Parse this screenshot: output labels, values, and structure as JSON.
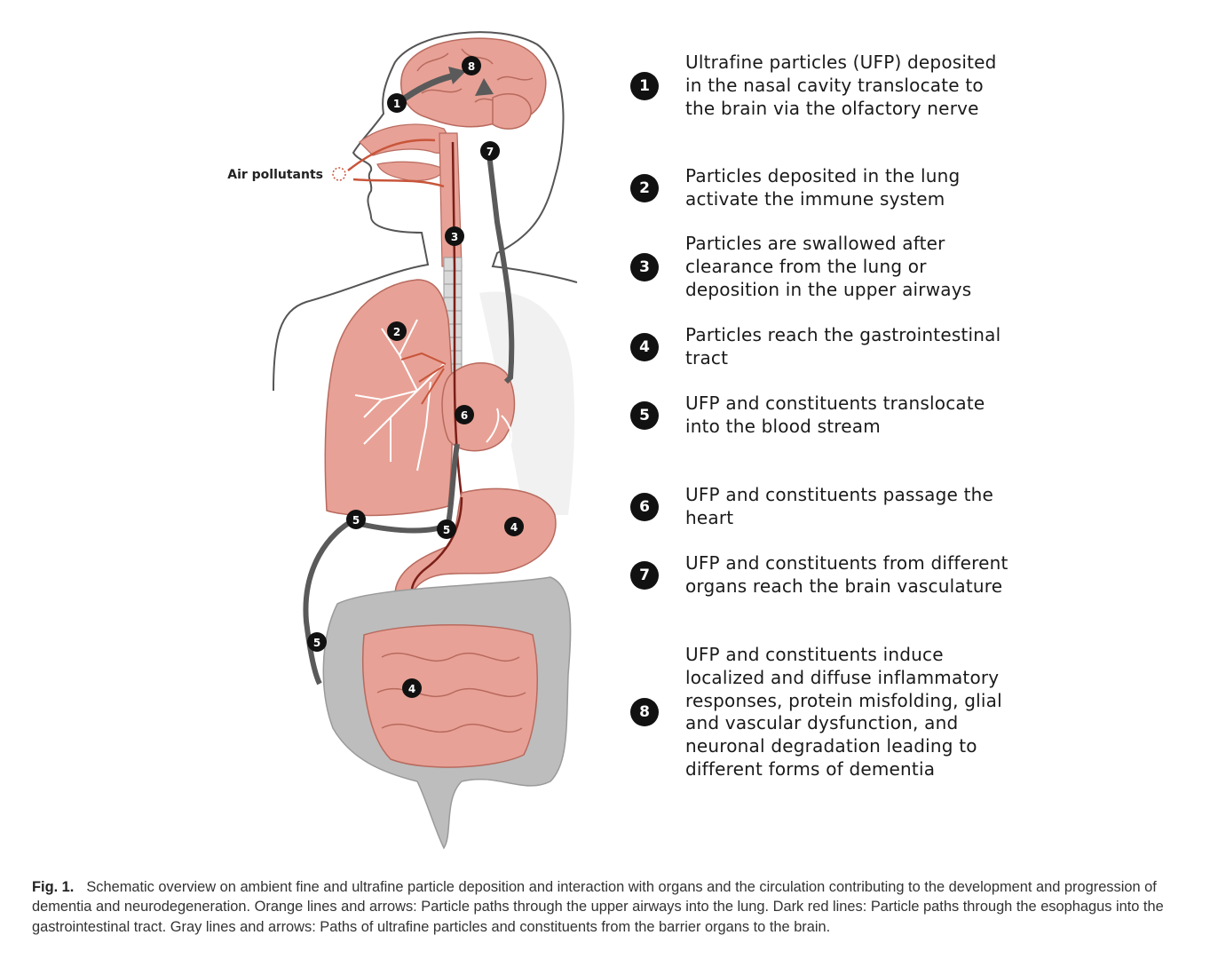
{
  "diagram": {
    "pollutant_label": "Air pollutants",
    "markers": [
      "1",
      "2",
      "3",
      "4",
      "4",
      "5",
      "5",
      "5",
      "6",
      "7",
      "8"
    ]
  },
  "legend": [
    {
      "number": "1",
      "text": "Ultrafine particles (UFP) deposited in the nasal cavity translocate to the brain via the olfactory nerve"
    },
    {
      "number": "2",
      "text": "Particles deposited in the lung activate the immune system"
    },
    {
      "number": "3",
      "text": "Particles are swallowed after clearance from the lung or deposition in the upper airways"
    },
    {
      "number": "4",
      "text": "Particles reach the gastrointestinal tract"
    },
    {
      "number": "5",
      "text": "UFP and constituents translocate into the blood stream"
    },
    {
      "number": "6",
      "text": "UFP and constituents passage the heart"
    },
    {
      "number": "7",
      "text": "UFP and constituents from different organs reach the brain vasculature"
    },
    {
      "number": "8",
      "text": "UFP and constituents induce localized and diffuse inflammatory responses, protein misfolding, glial and vascular dysfunction, and neuronal degradation leading to different forms of dementia"
    }
  ],
  "caption": {
    "label": "Fig. 1.",
    "text": "Schematic overview on ambient fine and ultrafine particle deposition and interaction with organs and the circulation contributing to the development and progression of dementia and neurodegeneration. Orange lines and arrows: Particle paths through the upper airways into the lung. Dark red lines: Particle paths through the esophagus into the gastrointestinal tract. Gray lines and arrows: Paths of ultrafine particles and constituents from the barrier organs to the brain."
  },
  "colors": {
    "organ_fill": "#e8a196",
    "organ_stroke": "#b86a5e",
    "orange_path": "#c8553a",
    "dark_red_path": "#7a1f18",
    "gray_path": "#5a5a5a",
    "colon_gray": "#bdbdbd",
    "badge": "#111111"
  }
}
